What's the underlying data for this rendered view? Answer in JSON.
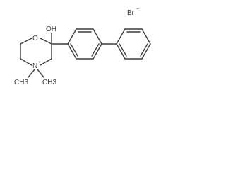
{
  "molecule": {
    "counter_ion": {
      "symbol": "Br",
      "charge": "−"
    },
    "hydroxyl_label": "OH",
    "ring_oxygen_label": "O",
    "ammonium": {
      "symbol": "N",
      "charge": "+"
    },
    "methyl_left_label": "CH3",
    "methyl_right_label": "CH3"
  },
  "colors": {
    "bond": "#3c3c3c",
    "background": "#ffffff"
  }
}
